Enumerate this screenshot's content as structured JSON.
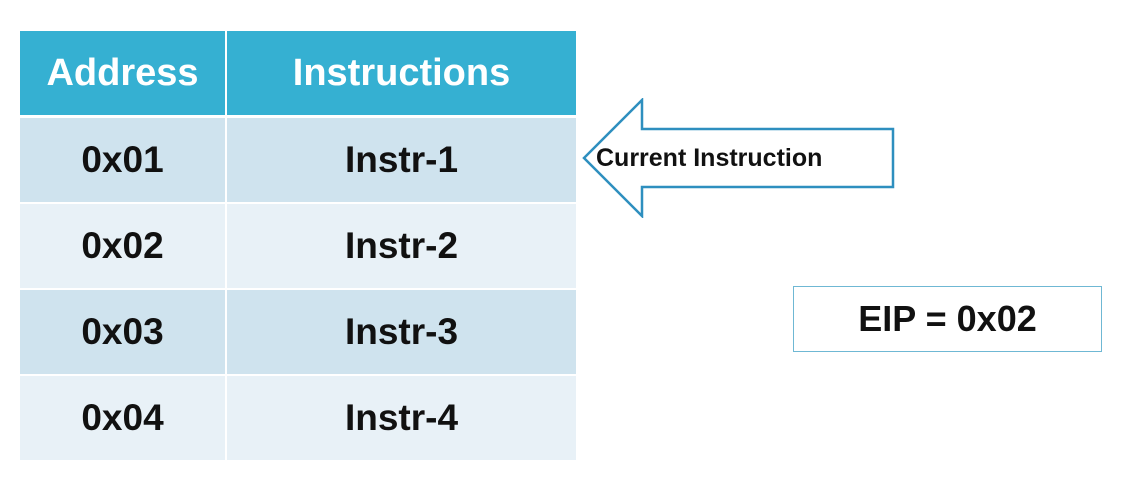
{
  "table": {
    "headers": {
      "address": "Address",
      "instructions": "Instructions"
    },
    "rows": [
      {
        "address": "0x01",
        "instruction": "Instr-1"
      },
      {
        "address": "0x02",
        "instruction": "Instr-2"
      },
      {
        "address": "0x03",
        "instruction": "Instr-3"
      },
      {
        "address": "0x04",
        "instruction": "Instr-4"
      }
    ]
  },
  "pointer": {
    "label": "Current Instruction"
  },
  "register": {
    "text": "EIP = 0x02"
  },
  "colors": {
    "header": "#35b0d2",
    "row_dark": "#cfe3ee",
    "row_light": "#e8f1f7",
    "arrow_stroke": "#2e8fbf",
    "box_border": "#6fb8d4"
  }
}
